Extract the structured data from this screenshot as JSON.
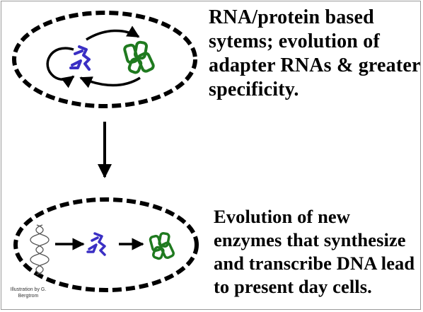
{
  "captions": {
    "top": "RNA/protein based\nsytems; evolution of\nadapter RNAs & greater\nspecificity.",
    "bottom": "Evolution of new\nenzymes that synthesize\nand transcribe DNA lead\nto present day cells."
  },
  "credit": "Illustration by G. Bergtrom",
  "colors": {
    "membrane": "#000000",
    "rna": "#3a2fc4",
    "protein": "#1f7a1f",
    "dna": "#555555",
    "border": "#9a9a9a"
  }
}
